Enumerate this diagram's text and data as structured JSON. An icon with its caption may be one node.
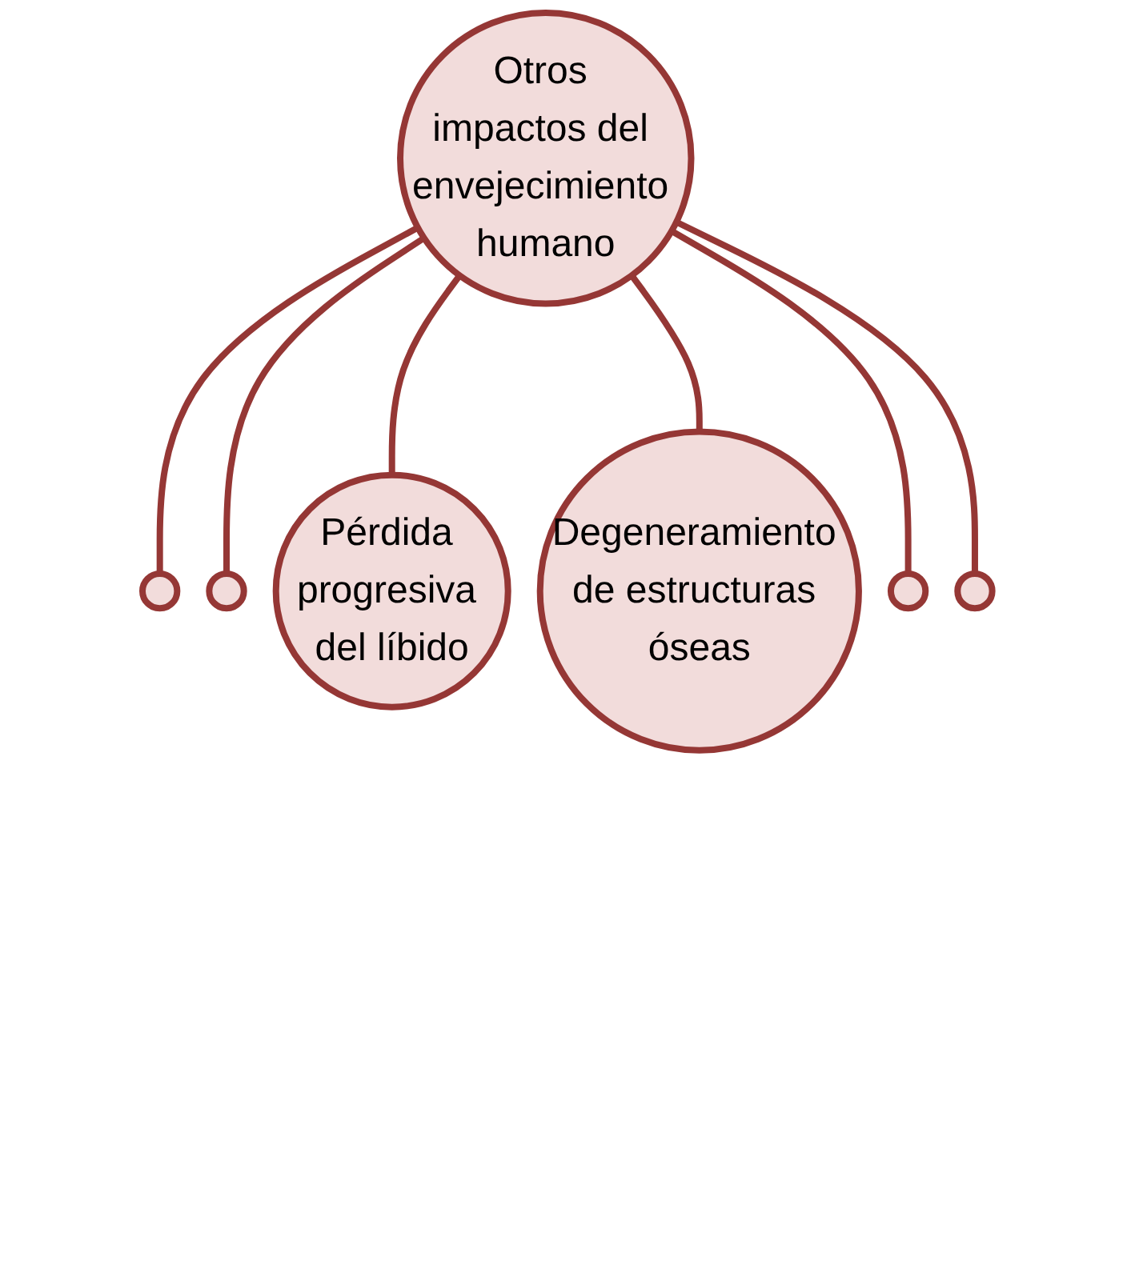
{
  "diagram": {
    "nodes": [
      {
        "text": [
          "Otros impactos del envejecimiento humano"
        ]
      },
      {
        "text": [],
        "shape": "circle"
      },
      {
        "text": [],
        "shape": "circle"
      },
      {
        "text": [
          "Pérdida progresiva del líbido"
        ]
      },
      {
        "text": [
          "Degeneramiento de estructuras óseas"
        ]
      },
      {
        "text": [],
        "shape": "circle"
      },
      {
        "text": [],
        "shape": "circle"
      }
    ],
    "edges": [
      {
        "from": 0,
        "to": 1,
        "arrow": "none"
      },
      {
        "from": 0,
        "to": 2,
        "arrow": "none"
      },
      {
        "from": 0,
        "to": 3,
        "arrow": "none"
      },
      {
        "from": 0,
        "to": 4,
        "arrow": "none"
      },
      {
        "from": 0,
        "to": 5,
        "arrow": "none"
      },
      {
        "from": 0,
        "to": 6,
        "arrow": "none"
      }
    ]
  }
}
